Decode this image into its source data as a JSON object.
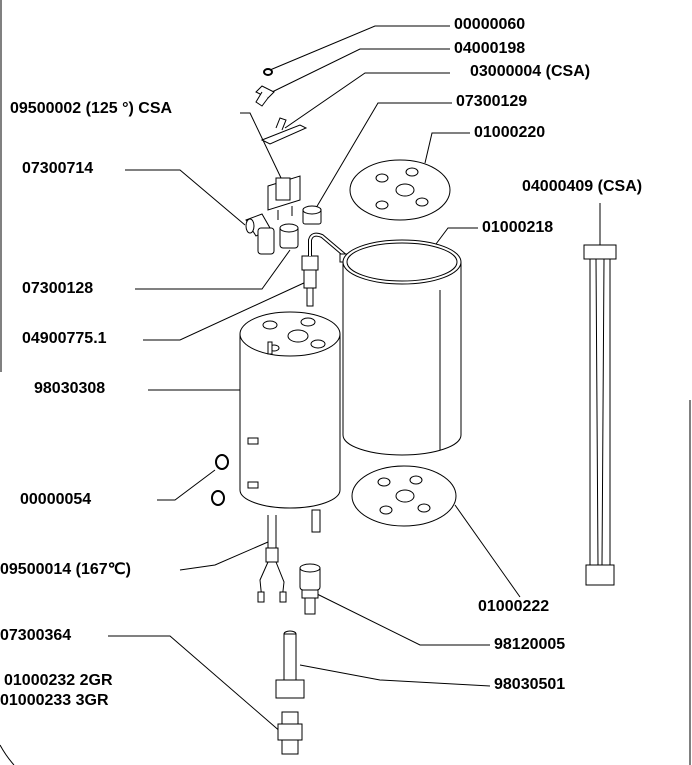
{
  "labels": {
    "p00000060": "00000060",
    "p04000198": "04000198",
    "p03000004": "03000004 (CSA)",
    "p09500002": "09500002 (125 °) CSA",
    "p07300129": "07300129",
    "p01000220": "01000220",
    "p07300714": "07300714",
    "p04000409": "04000409 (CSA)",
    "p01000218": "01000218",
    "p07300128": "07300128",
    "p04900775": "04900775.1",
    "p98030308": "98030308",
    "p00000054": "00000054",
    "p09500014": "09500014 (167℃)",
    "p01000222": "01000222",
    "p07300364": "07300364",
    "p98120005": "98120005",
    "p01000232": "01000232 2GR",
    "p01000233": "01000233 3GR",
    "p98030501": "98030501"
  }
}
